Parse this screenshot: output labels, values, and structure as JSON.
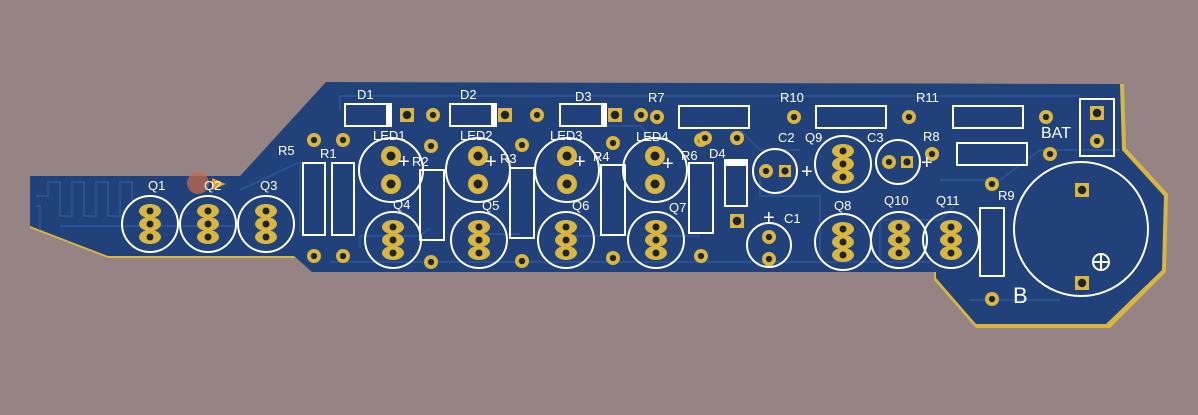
{
  "colors": {
    "background": "#968484",
    "board": "#21417a",
    "trace": "#2a5290",
    "copper": "#d8b640",
    "hole": "#1d2430",
    "silk": "#ffffff",
    "cursor": "#c46a4a"
  },
  "silkscreen": {
    "D1": "D1",
    "D2": "D2",
    "D3": "D3",
    "D4": "D4",
    "R1": "R1",
    "R2": "R2",
    "R3": "R3",
    "R4": "R4",
    "R5": "R5",
    "R6": "R6",
    "R7": "R7",
    "R8": "R8",
    "R9": "R9",
    "R10": "R10",
    "R11": "R11",
    "LED1": "LED1",
    "LED2": "LED2",
    "LED3": "LED3",
    "LED4": "LED4",
    "Q1": "Q1",
    "Q2": "Q2",
    "Q3": "Q3",
    "Q4": "Q4",
    "Q5": "Q5",
    "Q6": "Q6",
    "Q7": "Q7",
    "Q8": "Q8",
    "Q9": "Q9",
    "Q10": "Q10",
    "Q11": "Q11",
    "C1": "C1",
    "C2": "C2",
    "C3": "C3",
    "BAT": "BAT",
    "B": "B",
    "plus": "+"
  }
}
